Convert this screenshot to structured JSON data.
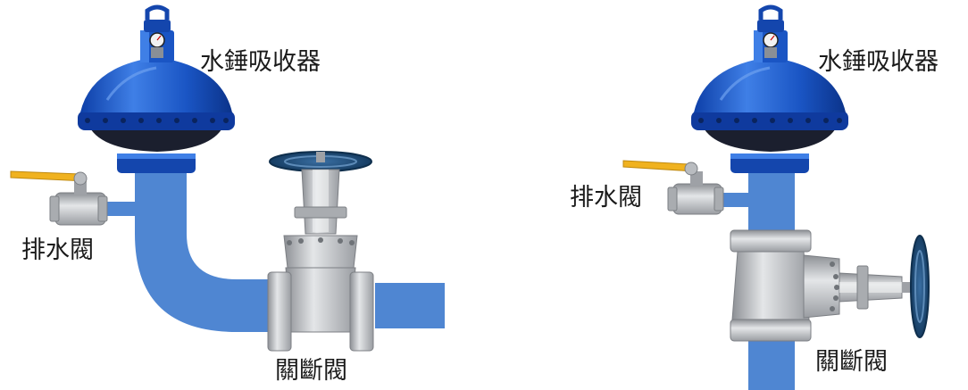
{
  "diagrams": [
    {
      "id": "left",
      "configuration": "elbow",
      "labels": {
        "absorber": "水錘吸收器",
        "drain_valve": "排水閥",
        "shutoff_valve": "關斷閥"
      }
    },
    {
      "id": "right",
      "configuration": "vertical",
      "labels": {
        "absorber": "水錘吸收器",
        "drain_valve": "排水閥",
        "shutoff_valve": "關斷閥"
      }
    }
  ],
  "colors": {
    "pipe": "#4f86d2",
    "absorber_body": "#1a55c4",
    "absorber_highlight": "#3f7fe6",
    "valve_steel": "#c4c6c9",
    "handwheel": "#1d4f7f",
    "lever_handle": "#f0b21f"
  }
}
